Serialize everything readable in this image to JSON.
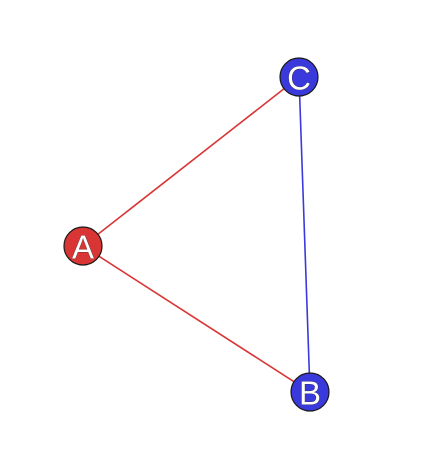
{
  "graph": {
    "nodes": [
      {
        "id": "A",
        "label": "A",
        "color": "#d93535"
      },
      {
        "id": "B",
        "label": "B",
        "color": "#3a3adc"
      },
      {
        "id": "C",
        "label": "C",
        "color": "#3a3adc"
      }
    ],
    "edges": [
      {
        "source": "A",
        "target": "C",
        "color": "#d93535"
      },
      {
        "source": "A",
        "target": "B",
        "color": "#d93535"
      },
      {
        "source": "C",
        "target": "B",
        "color": "#3a3adc"
      }
    ]
  }
}
